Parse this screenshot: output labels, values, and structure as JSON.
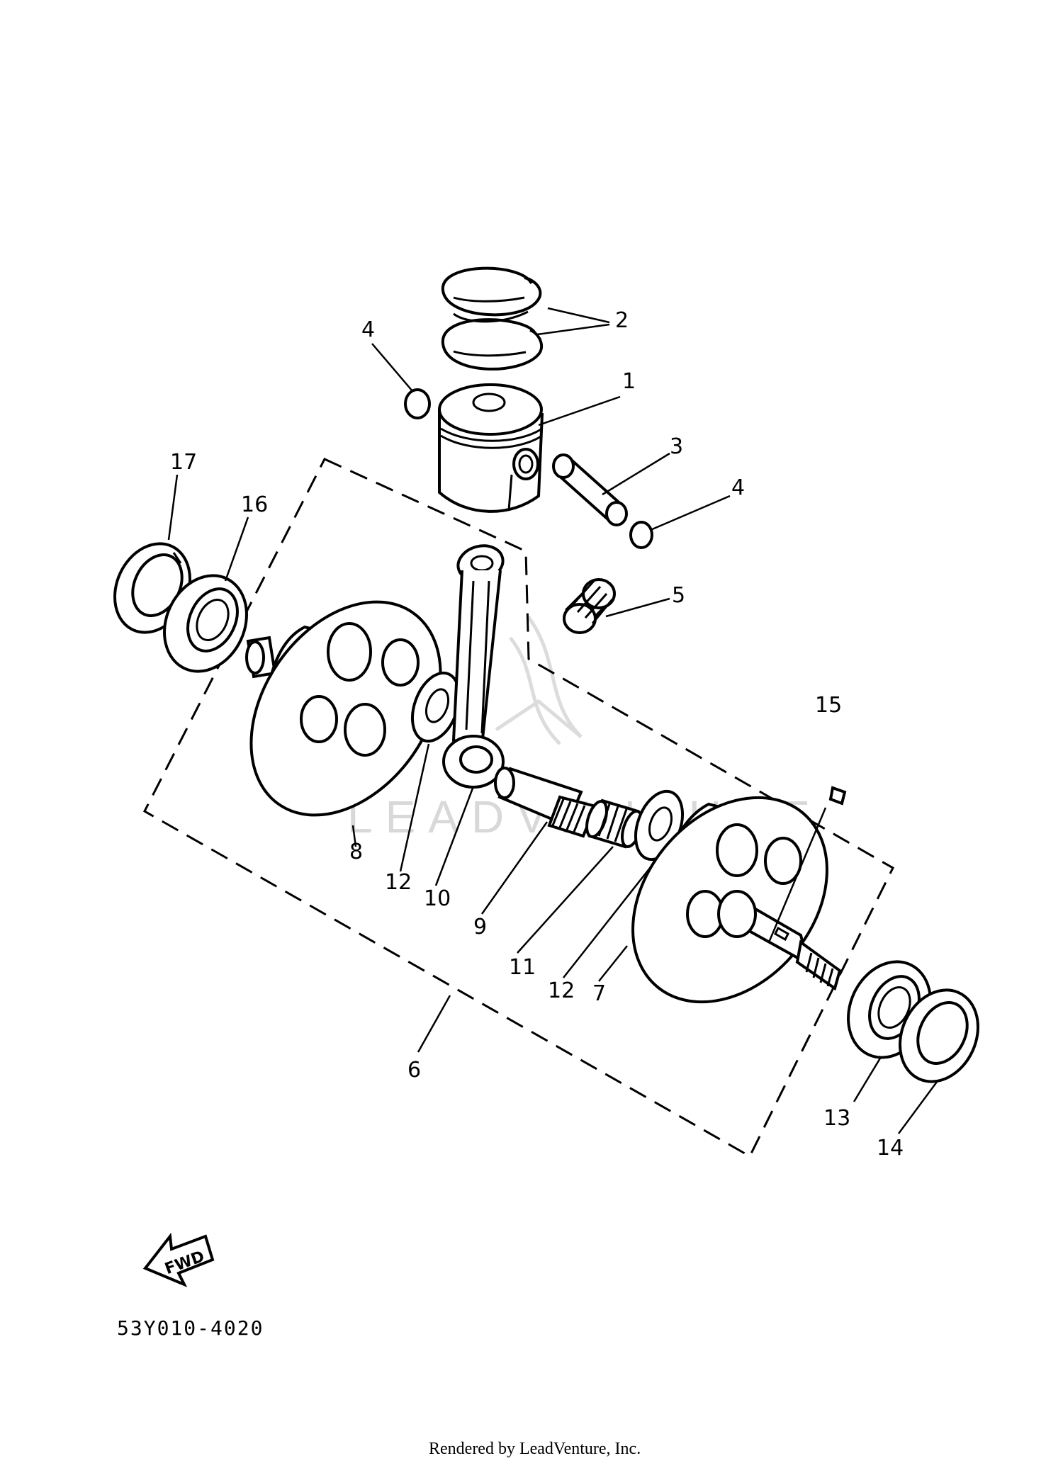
{
  "diagram": {
    "watermark": "LEADVENTURE",
    "callouts": [
      {
        "id": "c1",
        "text": "1"
      },
      {
        "id": "c2",
        "text": "2"
      },
      {
        "id": "c3",
        "text": "3"
      },
      {
        "id": "c4a",
        "text": "4"
      },
      {
        "id": "c4b",
        "text": "4"
      },
      {
        "id": "c5",
        "text": "5"
      },
      {
        "id": "c6",
        "text": "6"
      },
      {
        "id": "c7",
        "text": "7"
      },
      {
        "id": "c8",
        "text": "8"
      },
      {
        "id": "c9",
        "text": "9"
      },
      {
        "id": "c10",
        "text": "10"
      },
      {
        "id": "c11",
        "text": "11"
      },
      {
        "id": "c12a",
        "text": "12"
      },
      {
        "id": "c12b",
        "text": "12"
      },
      {
        "id": "c13",
        "text": "13"
      },
      {
        "id": "c14",
        "text": "14"
      },
      {
        "id": "c15",
        "text": "15"
      },
      {
        "id": "c16",
        "text": "16"
      },
      {
        "id": "c17",
        "text": "17"
      }
    ],
    "fwd_label": "FWD",
    "diagram_code": "53Y010-4020",
    "credit": "Rendered by LeadVenture, Inc."
  }
}
